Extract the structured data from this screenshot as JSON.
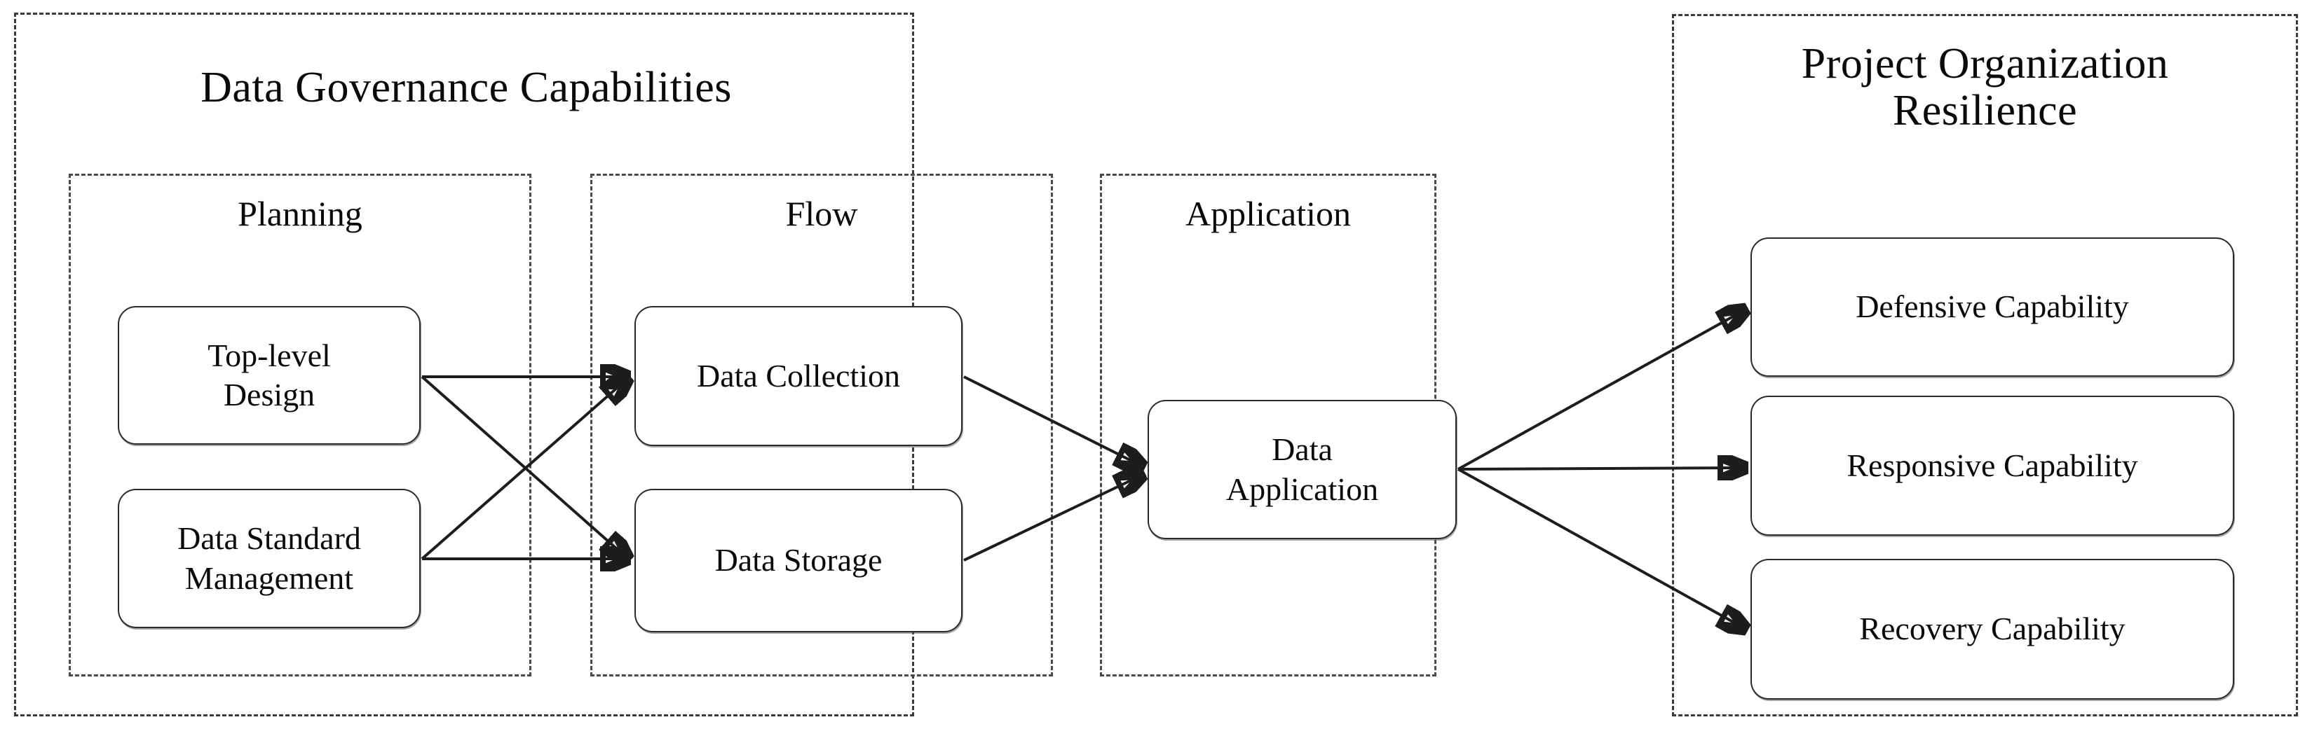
{
  "diagram": {
    "type": "conceptual-framework",
    "panels": [
      {
        "id": "data-governance-capabilities",
        "title": "Data Governance Capabilities",
        "groups": [
          {
            "id": "planning",
            "title": "Planning",
            "nodes": [
              {
                "id": "top-level-design",
                "label": "Top-level\nDesign"
              },
              {
                "id": "data-standard-management",
                "label": "Data Standard\nManagement"
              }
            ]
          },
          {
            "id": "flow",
            "title": "Flow",
            "nodes": [
              {
                "id": "data-collection",
                "label": "Data Collection"
              },
              {
                "id": "data-storage",
                "label": "Data Storage"
              }
            ]
          },
          {
            "id": "application",
            "title": "Application",
            "nodes": [
              {
                "id": "data-application",
                "label": "Data\nApplication"
              }
            ]
          }
        ]
      },
      {
        "id": "project-organization-resilience",
        "title": "Project Organization\nResilience",
        "groups": [
          {
            "id": "resilience-outcomes",
            "title": "",
            "nodes": [
              {
                "id": "defensive-capability",
                "label": "Defensive Capability"
              },
              {
                "id": "responsive-capability",
                "label": "Responsive Capability"
              },
              {
                "id": "recovery-capability",
                "label": "Recovery Capability"
              }
            ]
          }
        ]
      }
    ],
    "edges": [
      {
        "from": "top-level-design",
        "to": "data-collection",
        "style": "solid-arrow"
      },
      {
        "from": "top-level-design",
        "to": "data-storage",
        "style": "solid-arrow"
      },
      {
        "from": "data-standard-management",
        "to": "data-collection",
        "style": "solid-arrow"
      },
      {
        "from": "data-standard-management",
        "to": "data-storage",
        "style": "solid-arrow"
      },
      {
        "from": "data-collection",
        "to": "data-application",
        "style": "solid-arrow"
      },
      {
        "from": "data-storage",
        "to": "data-application",
        "style": "solid-arrow"
      },
      {
        "from": "data-application",
        "to": "defensive-capability",
        "style": "solid-arrow"
      },
      {
        "from": "data-application",
        "to": "responsive-capability",
        "style": "solid-arrow"
      },
      {
        "from": "data-application",
        "to": "recovery-capability",
        "style": "solid-arrow"
      }
    ],
    "colors": {
      "background": "#ffffff",
      "text": "#0a0a0a",
      "node_border": "#2b2b2b",
      "dashed_border": "#3c3c3c",
      "arrow": "#1d1d1d"
    }
  }
}
